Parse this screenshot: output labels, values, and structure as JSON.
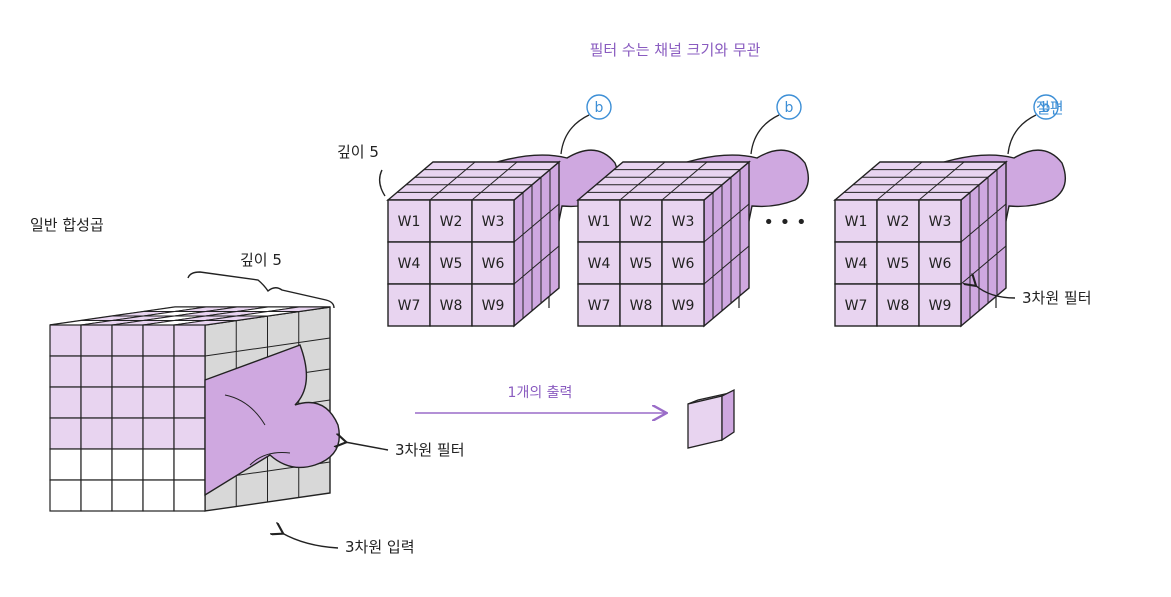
{
  "title_top": "필터 수는 채널 크기와 무관",
  "left_title": "일반 합성곱",
  "depth_label": "깊이 5",
  "filter_depth_label": "깊이 5",
  "bias_symbol": "b",
  "bias_label": "절편",
  "filter_label_right": "3차원 필터",
  "filter_label_mid": "3차원 필터",
  "input_label": "3차원 입력",
  "output_label": "1개의 출력",
  "ellipsis": "• • •",
  "weights": [
    "W1",
    "W2",
    "W3",
    "W4",
    "W5",
    "W6",
    "W7",
    "W8",
    "W9"
  ],
  "colors": {
    "filter_fill": "#e8d4f0",
    "filter_dark": "#cfa8e0",
    "bias_fill": "#cfa8e0",
    "arrow": "#9a6cc8",
    "blue": "#3d8fd6",
    "input_gray": "#d8d8d8"
  }
}
